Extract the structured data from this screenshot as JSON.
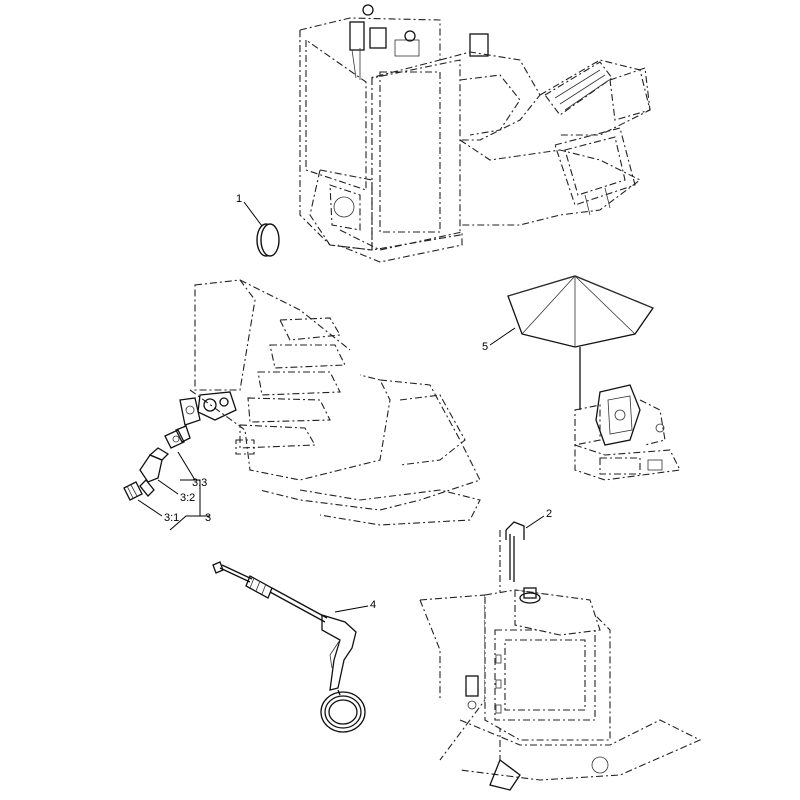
{
  "callouts": {
    "c1": "1",
    "c2": "2",
    "c3": "3",
    "c3_1": "3:1",
    "c3_2": "3:2",
    "c3_3": "3:3",
    "c4": "4",
    "c5": "5"
  }
}
